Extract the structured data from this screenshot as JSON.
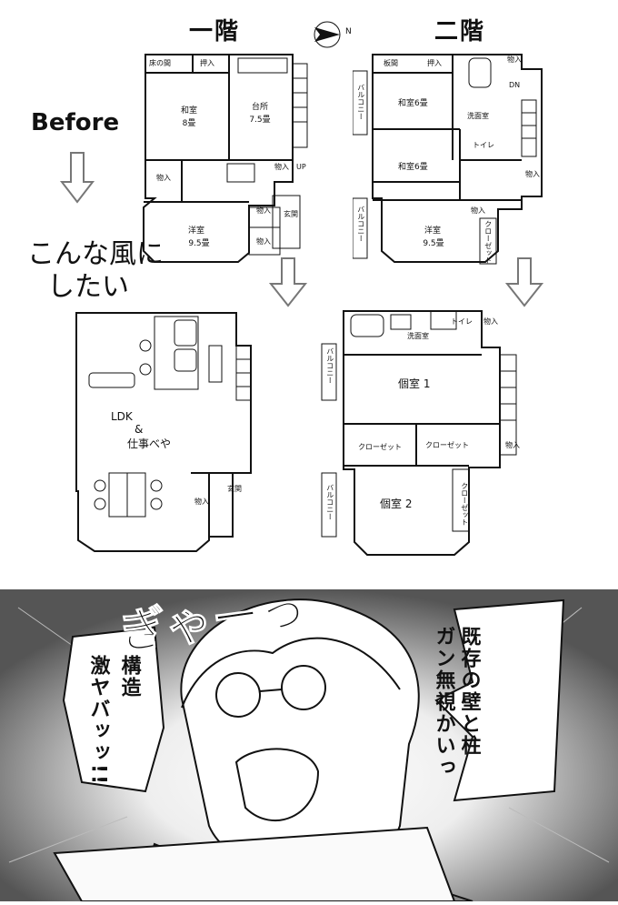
{
  "floor1": {
    "title": "一階",
    "rooms": {
      "tokonoma": "床の間",
      "oshiire": "押入",
      "washitsu_name": "和室",
      "washitsu_size": "8畳",
      "kitchen_name": "台所",
      "kitchen_size": "7.5畳",
      "storage_a": "物入",
      "storage_b": "物入",
      "up": "UP",
      "storage_c": "物入",
      "genkan": "玄関",
      "youshitsu_name": "洋室",
      "youshitsu_size": "9.5畳",
      "storage_d": "物入"
    }
  },
  "floor2": {
    "title": "二階",
    "rooms": {
      "itanoma": "板間",
      "oshiire": "押入",
      "storage_a": "物入",
      "dn": "DN",
      "balcony_a": "バルコニー",
      "washitsu6_a": "和室6畳",
      "senmenjo": "洗面室",
      "toilet": "トイレ",
      "washitsu6_b": "和室6畳",
      "storage_b": "物入",
      "balcony_b": "バルコニー",
      "youshitsu_name": "洋室",
      "youshitsu_size": "9.5畳",
      "closet": "クローゼット",
      "storage_c": "物入"
    }
  },
  "compass": {
    "label": "N",
    "icon": "compass-needle-icon"
  },
  "before_label": "Before",
  "wish_label_line1": "こんな風に",
  "wish_label_line2": "したい",
  "after1": {
    "ldk_line1": "LDK",
    "ldk_line2": "&",
    "ldk_line3": "仕事べや",
    "genkan": "玄関",
    "storage": "物入"
  },
  "after2": {
    "toilet": "トイレ",
    "storage_a": "物入",
    "senmenjo": "洗面室",
    "balcony_a": "バルコニー",
    "room1": "個室 1",
    "closet_a": "クローゼット",
    "closet_b": "クローゼット",
    "storage_b": "物入",
    "balcony_b": "バルコニー",
    "room2": "個室 2",
    "closet_c": "クローゼット"
  },
  "manga": {
    "sfx": "ぎゃーっ",
    "bubble_right_line1": "既存の壁と柱",
    "bubble_right_line2": "ガン無視かいっ",
    "bubble_left_line1": "構造",
    "bubble_left_line2": "激ヤバッッ!!"
  }
}
